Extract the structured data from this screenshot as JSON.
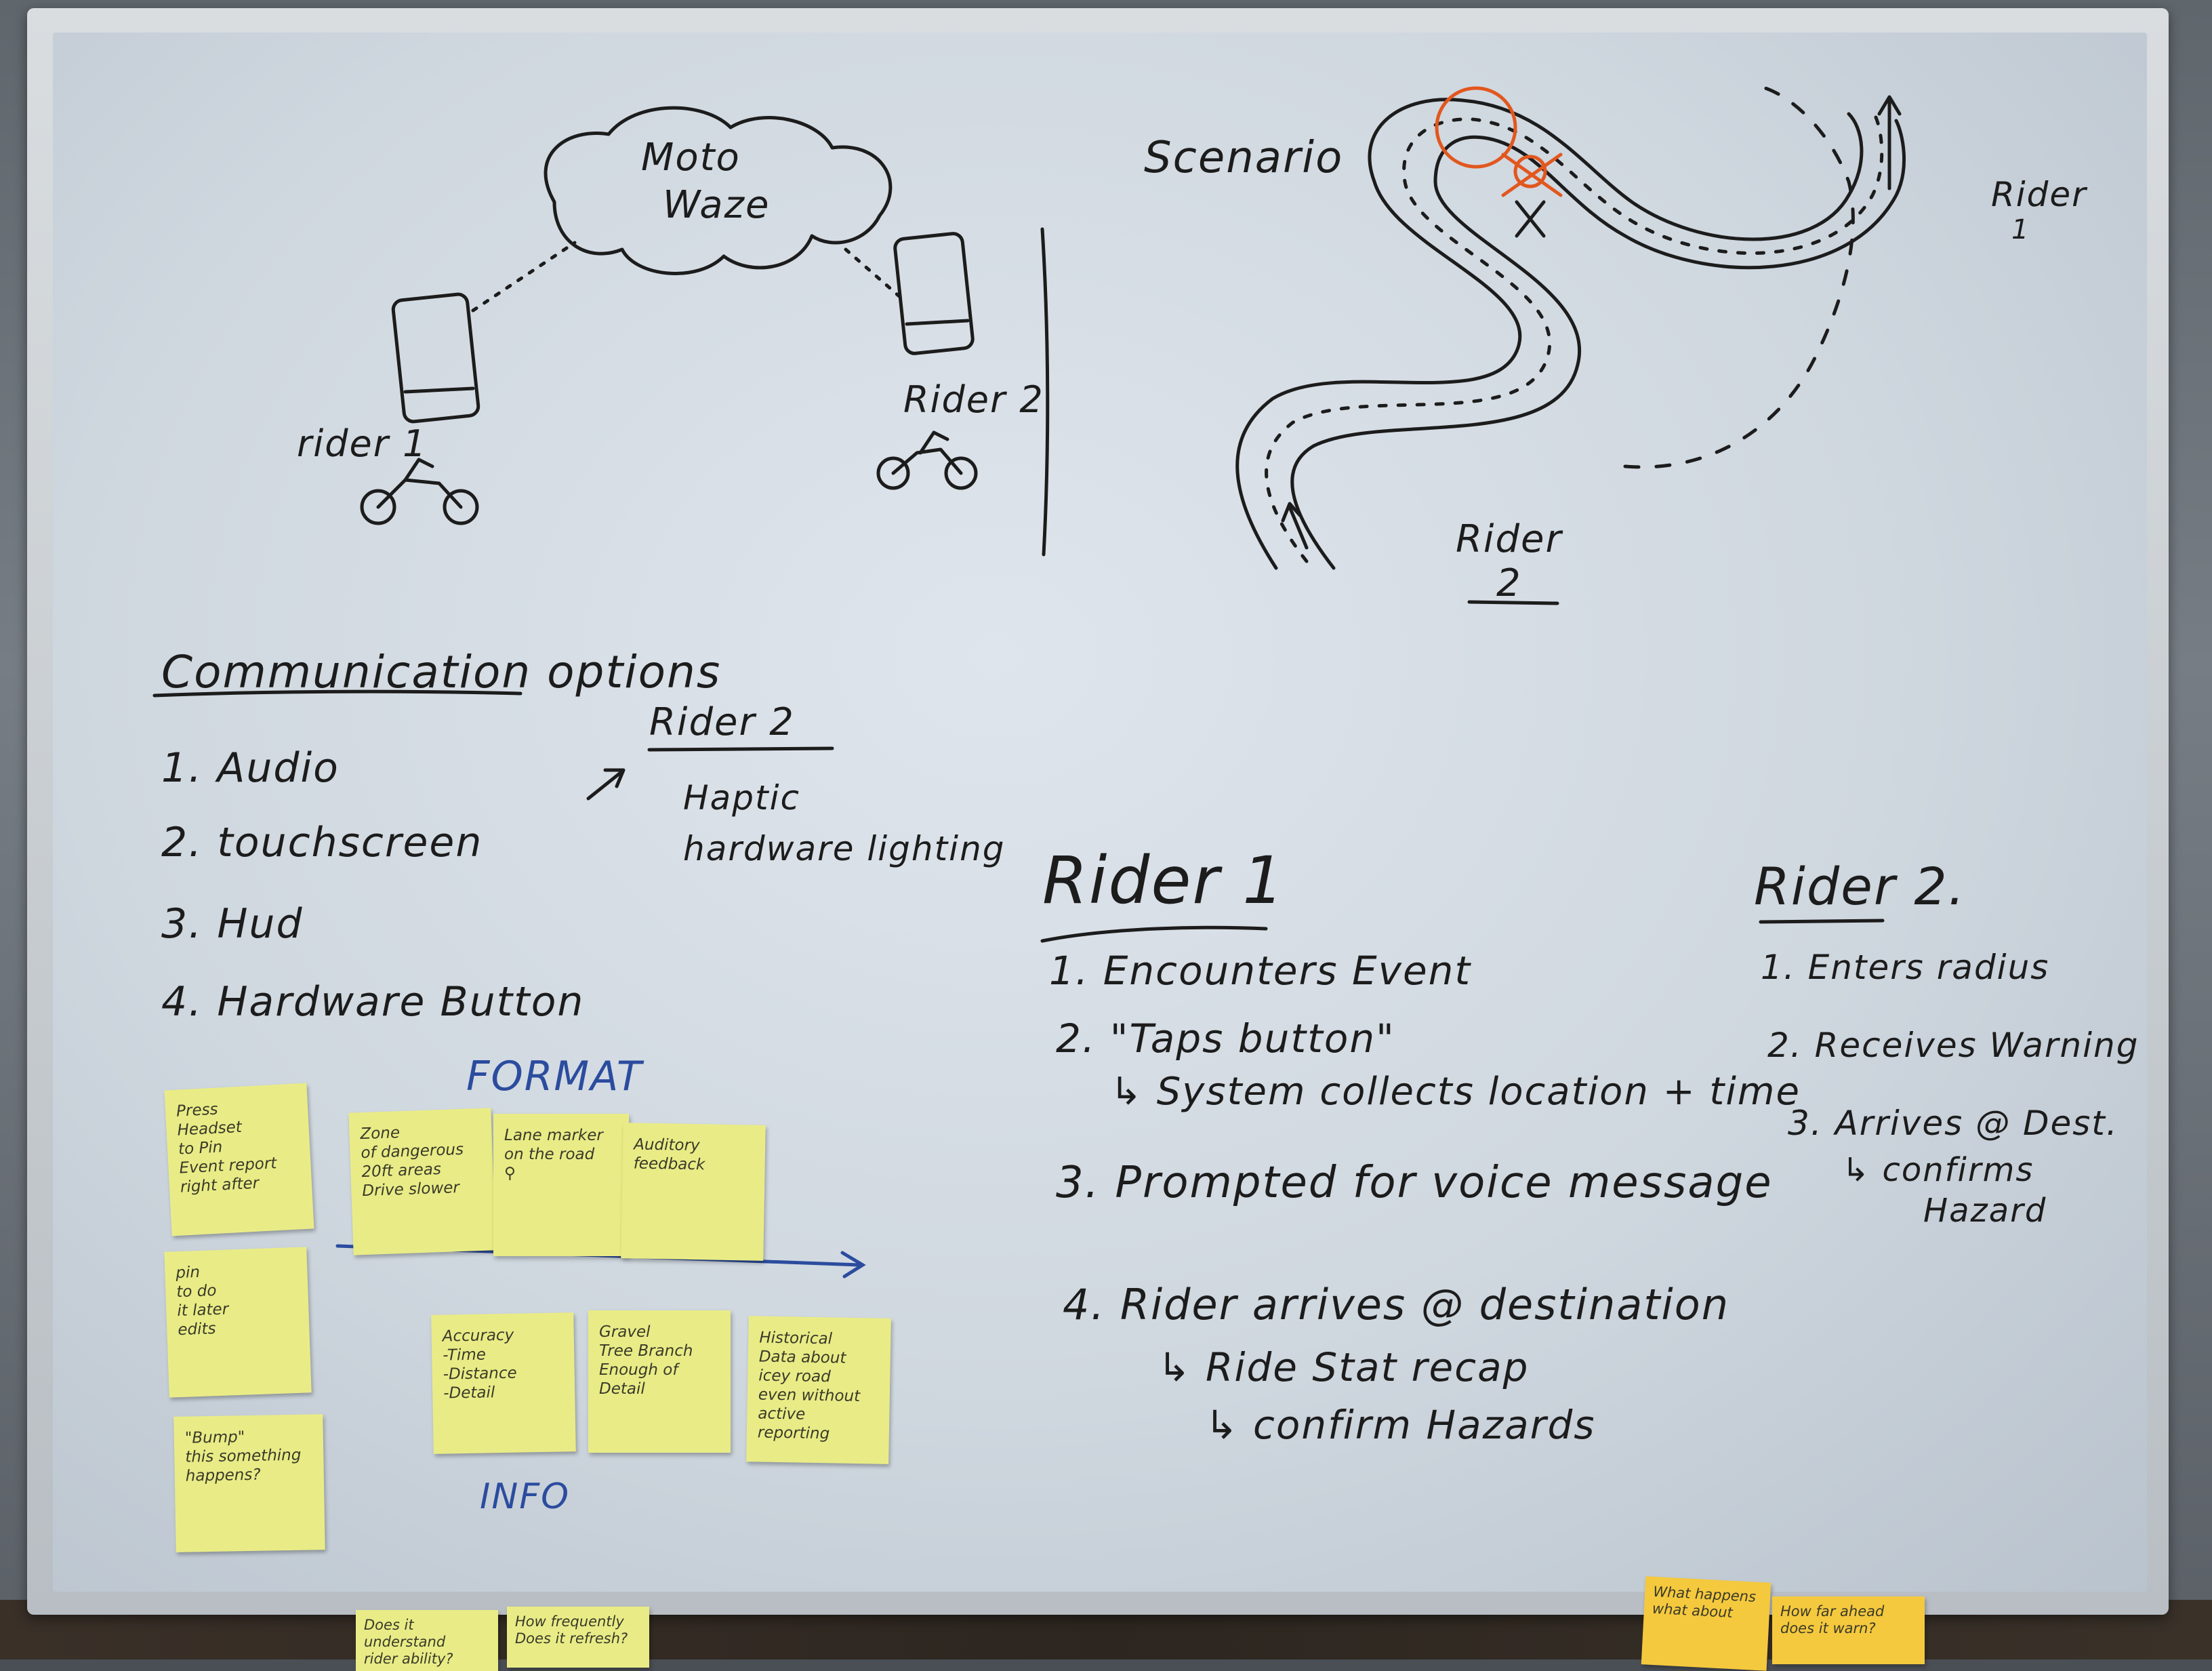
{
  "cloud": {
    "line1": "Moto",
    "line2": "Waze"
  },
  "left_diagram": {
    "rider1_label": "rider 1",
    "rider2_label": "Rider 2"
  },
  "scenario": {
    "title": "Scenario",
    "rider1_label": "Rider",
    "rider1_num": "1",
    "rider2_label": "Rider",
    "rider2_num": "2"
  },
  "comm": {
    "title": "Communication options",
    "items": [
      "1. Audio",
      "2. touchscreen",
      "3. Hud",
      "4. Hardware Button"
    ],
    "rider2_title": "Rider 2",
    "rider2_items": [
      "Haptic",
      "hardware lighting"
    ]
  },
  "format_label": "FORMAT",
  "info_label": "INFO",
  "rider1_steps": {
    "title": "Rider 1",
    "steps": [
      "1. Encounters Event",
      "2. \"Taps button\"",
      "↳ System collects location + time",
      "3. Prompted for voice message",
      "4. Rider arrives @ destination",
      "↳ Ride Stat recap",
      "↳ confirm Hazards"
    ]
  },
  "rider2_steps": {
    "title": "Rider 2.",
    "steps": [
      "1. Enters radius",
      "2. Receives Warning",
      "3. Arrives @ Dest.",
      "↳ confirms",
      "Hazard"
    ]
  },
  "notes": [
    {
      "text": "Press\nHeadset\nto Pin\nEvent report\nright after"
    },
    {
      "text": "pin\nto do\nit later\nedits"
    },
    {
      "text": "\"Bump\"\nthis something\nhappens?"
    },
    {
      "text": "Zone\nof dangerous\n20ft areas\nDrive slower"
    },
    {
      "text": "Lane marker\non the road\n⚲"
    },
    {
      "text": "Auditory\nfeedback"
    },
    {
      "text": "Accuracy\n-Time\n-Distance\n-Detail"
    },
    {
      "text": "Gravel\nTree Branch\nEnough of Detail"
    },
    {
      "text": "Historical\nData about\nicey road\neven without\nactive reporting"
    }
  ],
  "bottom_notes": [
    {
      "text": "Does it understand\nrider ability?"
    },
    {
      "text": "How frequently\nDoes it refresh?"
    },
    {
      "text": "What happens\nwhat about"
    },
    {
      "text": "How far ahead\ndoes it warn?"
    }
  ],
  "colors": {
    "ink": "#1c1c1c",
    "blue_ink": "#2b4c9e",
    "orange_ink": "#e2571e",
    "sticky": "#e9ec86",
    "sticky_orange": "#f5c93e"
  }
}
